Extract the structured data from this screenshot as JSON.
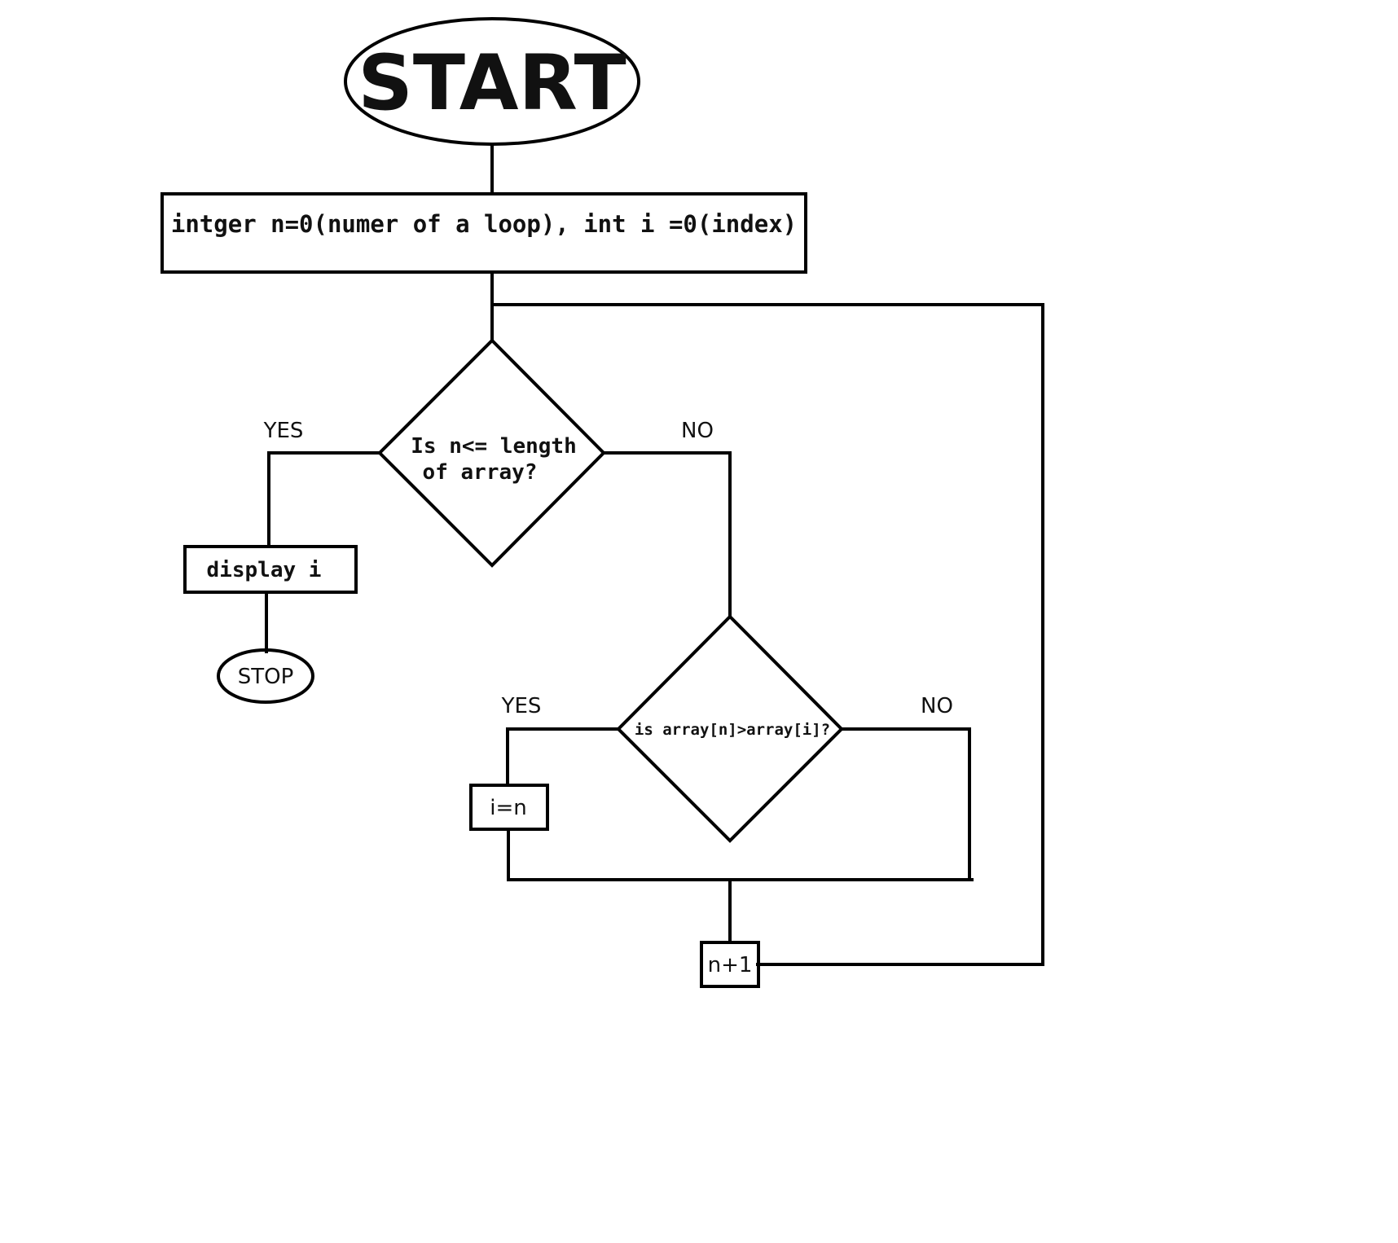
{
  "flowchart": {
    "start": "START",
    "init": "intger n=0(numer of a loop), int i =0(index)",
    "decision1": {
      "line1": "Is n<= length",
      "line2": "of array?"
    },
    "decision1_yes": "YES",
    "decision1_no": "NO",
    "display": "display i",
    "stop": "STOP",
    "decision2": "is array[n]>array[i]?",
    "decision2_yes": "YES",
    "decision2_no": "NO",
    "assign": "i=n",
    "increment": "n+1"
  }
}
